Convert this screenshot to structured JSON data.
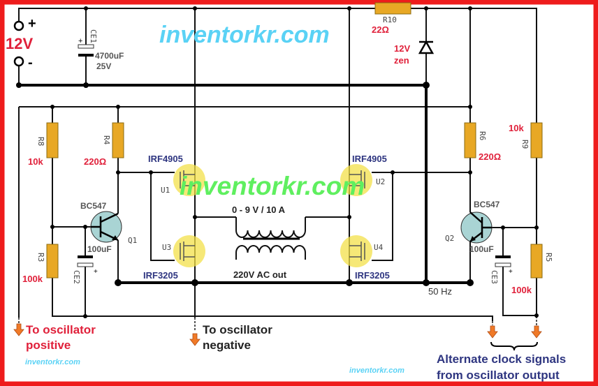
{
  "supply": {
    "plus": "+",
    "minus": "-",
    "voltage": "12V"
  },
  "components": {
    "ce1": {
      "ref": "CE1",
      "value": "4700uF",
      "rating": "25V"
    },
    "r10": {
      "ref": "R10",
      "value": "22Ω"
    },
    "zener": {
      "value": "12V",
      "type": "zen"
    },
    "r8": {
      "ref": "R8",
      "value": "10k"
    },
    "r4": {
      "ref": "R4",
      "value": "220Ω"
    },
    "r6": {
      "ref": "R6",
      "value": "220Ω"
    },
    "r9": {
      "ref": "R9",
      "value": "10k"
    },
    "r3": {
      "ref": "R3",
      "value": "100k"
    },
    "r5": {
      "ref": "R5",
      "value": "100k"
    },
    "ce2": {
      "ref": "CE2",
      "value": "100uF"
    },
    "ce3": {
      "ref": "CE3",
      "value": "100uF"
    },
    "q1": {
      "ref": "Q1",
      "part": "BC547"
    },
    "q2": {
      "ref": "Q2",
      "part": "BC547"
    },
    "u1": {
      "ref": "U1",
      "part": "IRF4905"
    },
    "u2": {
      "ref": "U2",
      "part": "IRF4905"
    },
    "u3": {
      "ref": "U3",
      "part": "IRF3205"
    },
    "u4": {
      "ref": "U4",
      "part": "IRF3205"
    },
    "transformer": {
      "primary": "0 - 9 V / 10 A",
      "secondary": "220V AC out"
    }
  },
  "frequency": "50 Hz",
  "notes": {
    "osc_positive": [
      "To oscillator",
      "positive"
    ],
    "osc_negative": [
      "To oscillator",
      "negative"
    ],
    "clock": [
      "Alternate clock signals",
      "from oscillator output"
    ]
  },
  "watermark": "inventorkr.com",
  "colors": {
    "border": "#ee1c1c",
    "label_red": "#e0203a",
    "label_navy": "#2e3580",
    "resistor": "#e8a825",
    "mosfet": "#f3e04a",
    "transistor": "#a9d4d4",
    "arrow": "#f07a28",
    "watermark_cyan": "#5ad2f5",
    "watermark_green": "#5fef5f"
  }
}
